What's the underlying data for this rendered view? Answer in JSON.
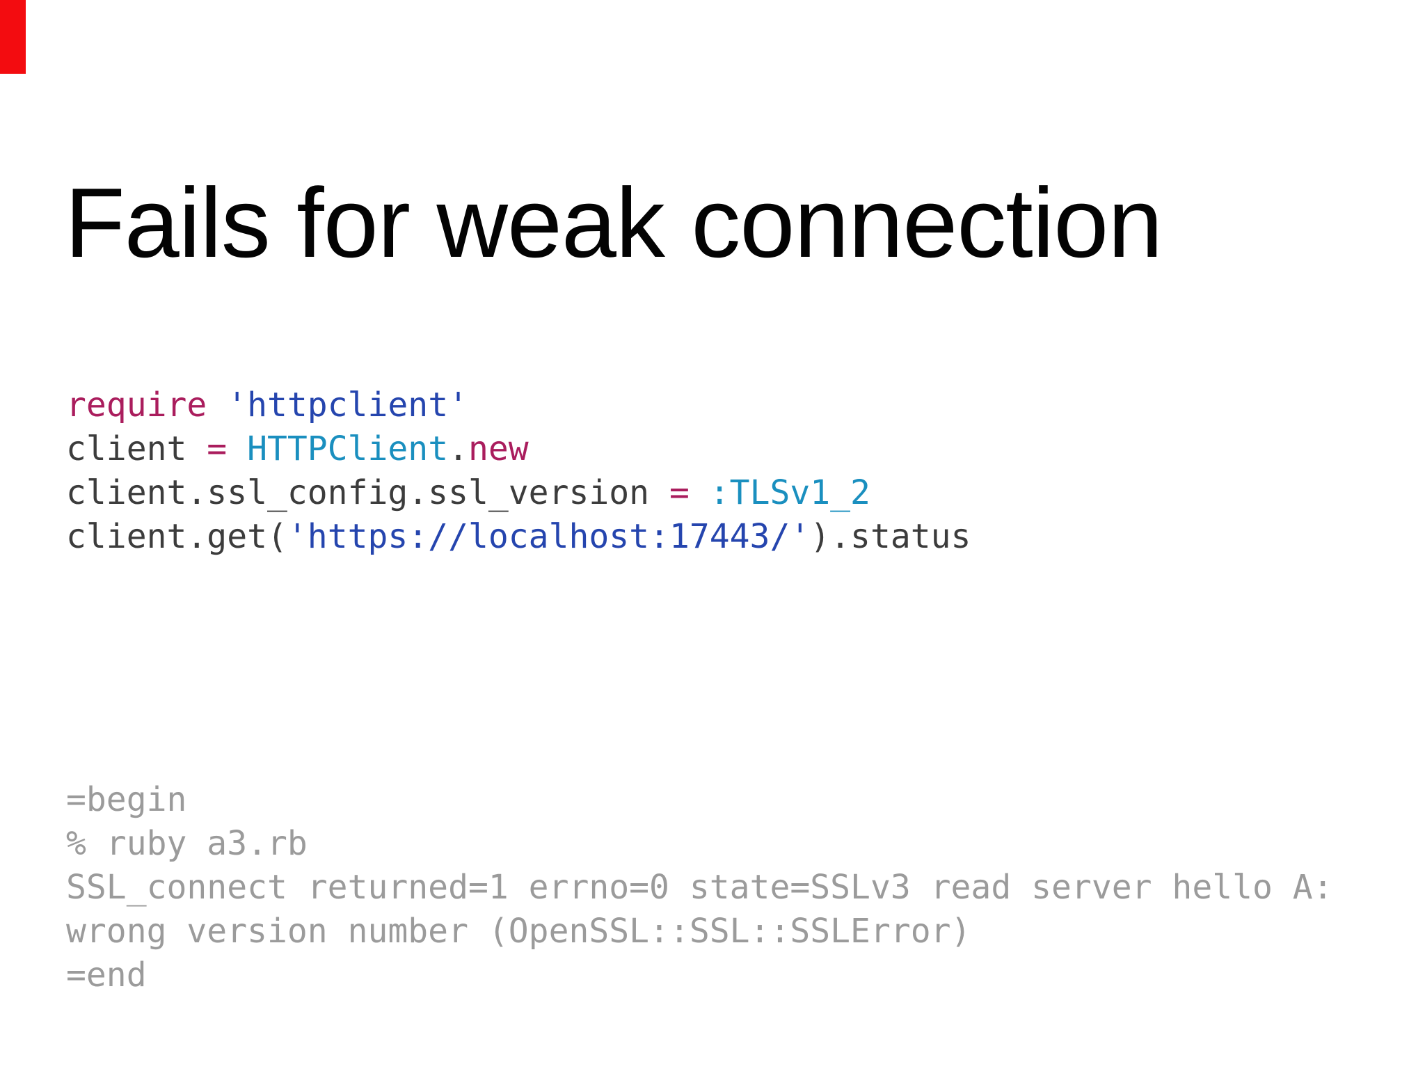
{
  "slide": {
    "title": "Fails for weak connection",
    "colors": {
      "background": "#ffffff",
      "title_text": "#030303",
      "red_corner_mark": "#f30c10",
      "code_plain": "#3c3c3c",
      "code_keyword_crimson": "#aa1d5d",
      "code_string_blue": "#2545ae",
      "code_constant_teal": "#1a8fbf",
      "console_muted_gray": "#9b9b9b"
    },
    "code": {
      "language": "ruby",
      "lines": [
        {
          "tokens": [
            {
              "text": "require",
              "style": "keyword"
            },
            {
              "text": " ",
              "style": "plain"
            },
            {
              "text": "'httpclient'",
              "style": "string"
            }
          ]
        },
        {
          "tokens": [
            {
              "text": "client ",
              "style": "plain"
            },
            {
              "text": "=",
              "style": "operator"
            },
            {
              "text": " ",
              "style": "plain"
            },
            {
              "text": "HTTPClient",
              "style": "constant"
            },
            {
              "text": ".",
              "style": "plain"
            },
            {
              "text": "new",
              "style": "keyword"
            }
          ]
        },
        {
          "tokens": [
            {
              "text": "client.ssl_config.ssl_version ",
              "style": "plain"
            },
            {
              "text": "=",
              "style": "operator"
            },
            {
              "text": " ",
              "style": "plain"
            },
            {
              "text": ":TLSv1_2",
              "style": "symbol"
            }
          ]
        },
        {
          "tokens": [
            {
              "text": "client.get(",
              "style": "plain"
            },
            {
              "text": "'https://localhost:17443/'",
              "style": "string"
            },
            {
              "text": ").status",
              "style": "plain"
            }
          ]
        }
      ]
    },
    "console_output": {
      "lines": [
        "=begin",
        "% ruby a3.rb",
        "SSL_connect returned=1 errno=0 state=SSLv3 read server hello A:",
        "wrong version number (OpenSSL::SSL::SSLError)",
        "=end"
      ]
    }
  }
}
